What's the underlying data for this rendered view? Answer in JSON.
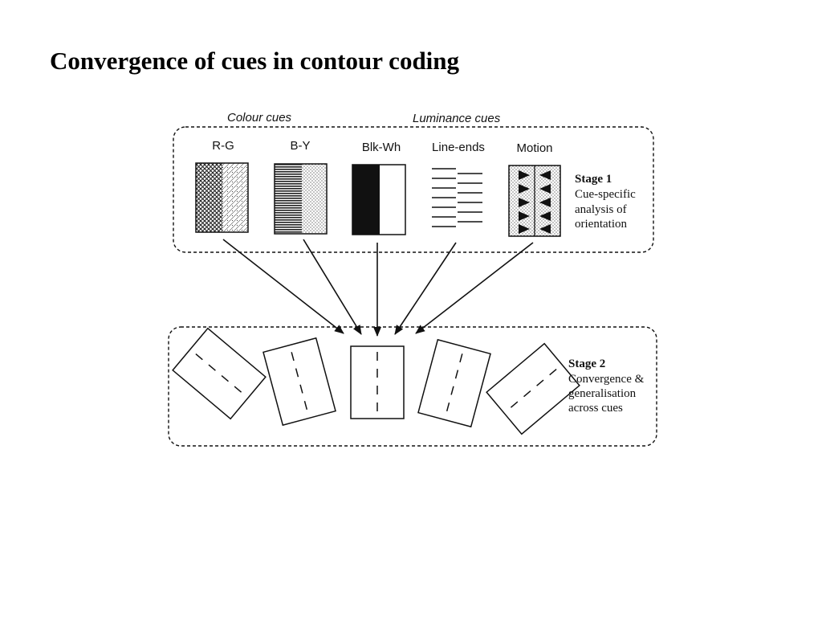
{
  "title": "Convergence of cues in contour coding",
  "stage1": {
    "group_labels": {
      "colour": "Colour cues",
      "luminance": "Luminance cues"
    },
    "cues": [
      {
        "label": "R-G"
      },
      {
        "label": "B-Y"
      },
      {
        "label": "Blk-Wh"
      },
      {
        "label": "Line-ends"
      },
      {
        "label": "Motion"
      }
    ],
    "title": "Stage 1",
    "description": [
      "Cue-specific",
      "analysis of",
      "orientation"
    ]
  },
  "stage2": {
    "title": "Stage 2",
    "description": [
      "Convergence &",
      "generalisation",
      "across cues"
    ]
  },
  "colors": {
    "ink": "#111111",
    "background": "#ffffff"
  }
}
